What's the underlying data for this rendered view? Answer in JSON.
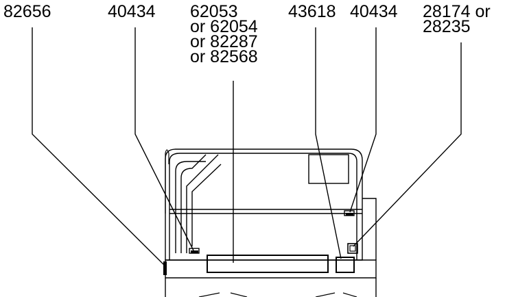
{
  "labels": [
    {
      "id": "lbl-82656",
      "lines": [
        "82656"
      ]
    },
    {
      "id": "lbl-40434-left",
      "lines": [
        "40434"
      ]
    },
    {
      "id": "lbl-62053",
      "lines": [
        "62053",
        "or 62054",
        "or 82287",
        "or 82568"
      ]
    },
    {
      "id": "lbl-43618",
      "lines": [
        "43618"
      ]
    },
    {
      "id": "lbl-40434-right",
      "lines": [
        "40434"
      ]
    },
    {
      "id": "lbl-28174",
      "lines": [
        "28174 or",
        "28235"
      ]
    }
  ]
}
